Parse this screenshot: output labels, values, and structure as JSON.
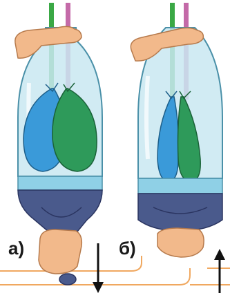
{
  "panels": [
    {
      "label": "а)",
      "bottle_state": "diaphragm-pulled-down",
      "balloons": "inflated",
      "arrow": "down"
    },
    {
      "label": "б)",
      "bottle_state": "diaphragm-pushed-up",
      "balloons": "deflated",
      "arrow": "up"
    }
  ],
  "colors": {
    "bottle": "#bfe3ee",
    "bottle_outline": "#4a90a8",
    "water_band": "#8fd0e6",
    "diaphragm": "#4a5a8c",
    "balloon_left": "#3a9ad9",
    "balloon_right": "#2e9a5a",
    "tube_green": "#3aa845",
    "tube_pink": "#c46aa8",
    "hand": "#f2b98b",
    "table_line": "#f0a860",
    "arrow": "#111111"
  },
  "icons": [
    "hand-icon",
    "arrow-down-icon",
    "arrow-up-icon"
  ]
}
